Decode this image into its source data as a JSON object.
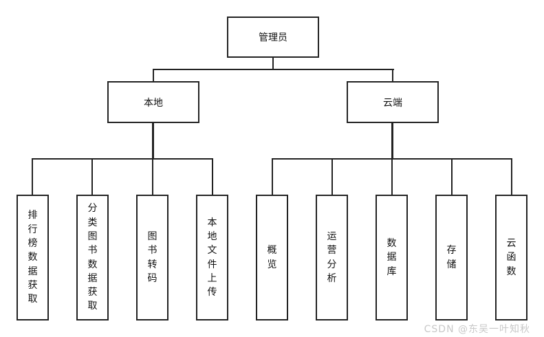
{
  "root": {
    "label": "管理员"
  },
  "branches": [
    {
      "label": "本地",
      "children": [
        "排行榜数据获取",
        "分类图书数据获取",
        "图书转码",
        "本地文件上传"
      ]
    },
    {
      "label": "云端",
      "children": [
        "概览",
        "运营分析",
        "数据库",
        "存储",
        "云函数"
      ]
    }
  ],
  "watermark": "CSDN @东吴一叶知秋"
}
